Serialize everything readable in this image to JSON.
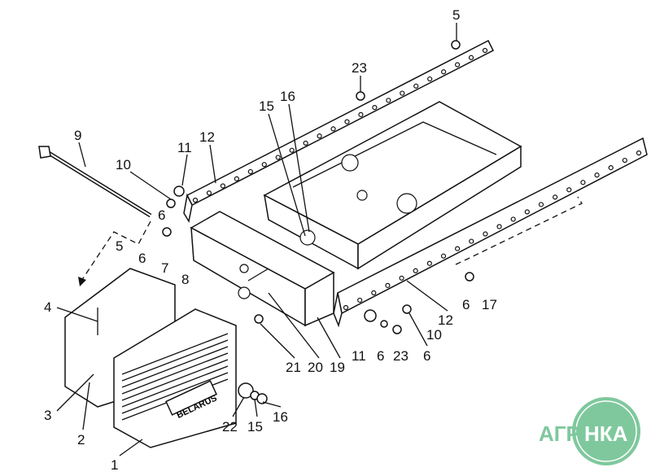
{
  "diagram": {
    "labels": {
      "l5a": "5",
      "l23a": "23",
      "l16a": "16",
      "l15a": "15",
      "l9": "9",
      "l11a": "11",
      "l12a": "12",
      "l10a": "10",
      "l6a": "6",
      "l5b": "5",
      "l6b": "6",
      "l7": "7",
      "l8": "8",
      "l4": "4",
      "l3": "3",
      "l2": "2",
      "l1": "1",
      "l22": "22",
      "l15b": "15",
      "l16b": "16",
      "l21": "21",
      "l20": "20",
      "l19": "19",
      "l11b": "11",
      "l6c": "6",
      "l23b": "23",
      "l6d": "6",
      "l10b": "10",
      "l12b": "12",
      "l6e": "6",
      "l17": "17"
    },
    "weight_brand": "BELARUS"
  },
  "logo": {
    "text_left": "АГРО",
    "text_right": "НКА",
    "color": "#7fc89d"
  }
}
